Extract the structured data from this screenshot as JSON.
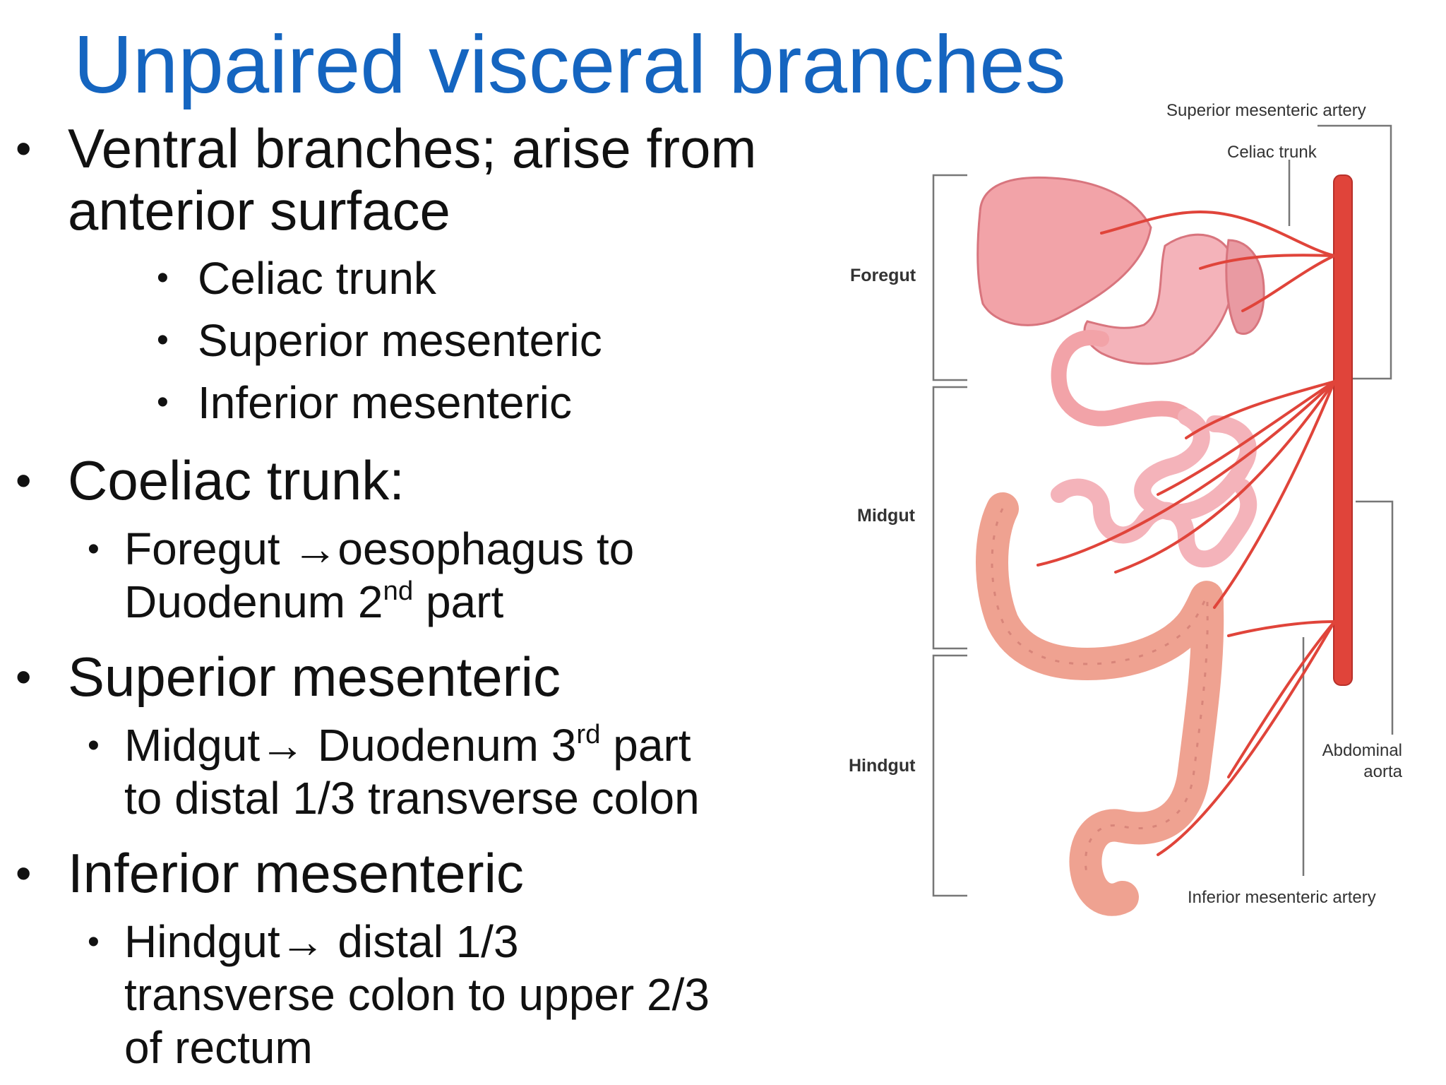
{
  "slide": {
    "title": "Unpaired visceral branches",
    "bullets": [
      {
        "text": "Ventral branches; arise from",
        "cont": "anterior surface"
      },
      {
        "text": "Celiac trunk"
      },
      {
        "text": "Superior mesenteric"
      },
      {
        "text": "Inferior mesenteric"
      },
      {
        "text": "Coeliac trunk:"
      },
      {
        "pre": "Foregut ",
        "arrow": "→",
        "post": "oesophagus to",
        "line2": "Duodenum 2",
        "sup": "nd",
        "line2_post": " part"
      },
      {
        "text": "Superior mesenteric"
      },
      {
        "pre": "Midgut",
        "arrow": "→",
        "post": " Duodenum 3",
        "sup": "rd",
        "post2": " part",
        "line2": "to distal 1/3 transverse colon"
      },
      {
        "text": "Inferior mesenteric"
      },
      {
        "pre": "Hindgut",
        "arrow": "→",
        "post": " distal 1/3",
        "line2": "transverse colon to upper 2/3",
        "line3": "of rectum"
      }
    ]
  },
  "diagram": {
    "labels": {
      "superior_mesenteric_artery": "Superior mesenteric artery",
      "celiac_trunk": "Celiac trunk",
      "foregut": "Foregut",
      "midgut": "Midgut",
      "hindgut": "Hindgut",
      "abdominal": "Abdominal",
      "aorta": "aorta",
      "inferior_mesenteric_artery": "Inferior mesenteric artery"
    },
    "colors": {
      "organ": "#f2a3a8",
      "organ_dark": "#d8757e",
      "artery": "#e0443a",
      "colon": "#efa291"
    }
  }
}
